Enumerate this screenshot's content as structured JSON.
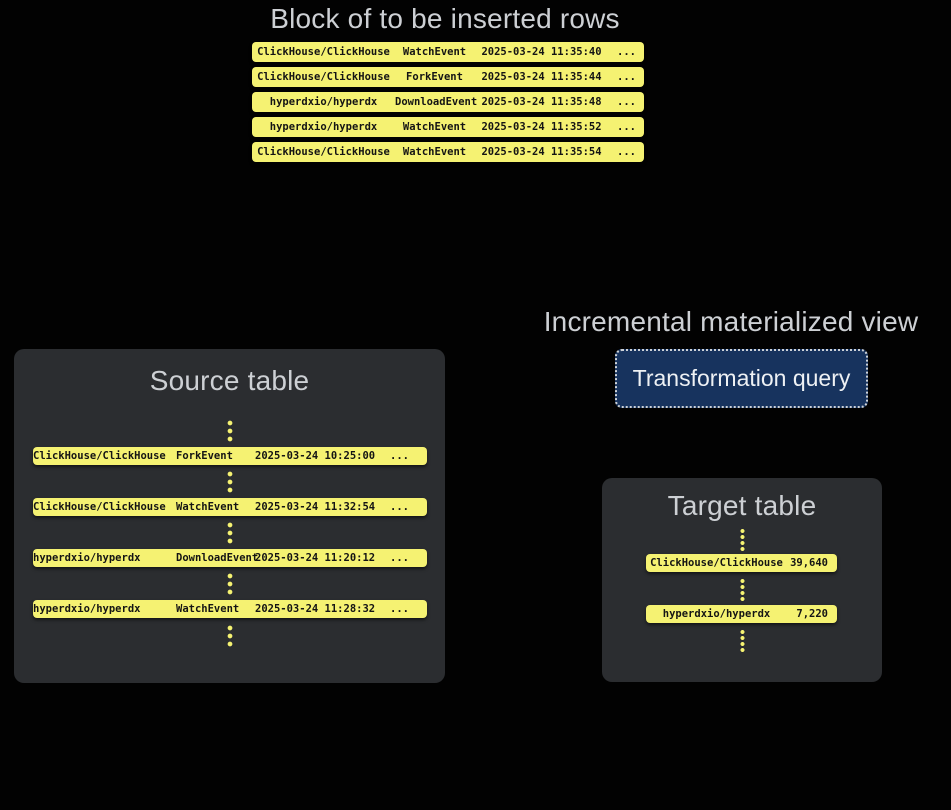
{
  "colors": {
    "background": "#020202",
    "row_yellow": "#f5f272",
    "row_text": "#141414",
    "panel_bg": "#2b2d30",
    "title_gray": "#cdd0d4",
    "button_bg": "#17335e",
    "button_border": "#cdd2d8",
    "button_text": "#eef1f4"
  },
  "top_block": {
    "title": "Block of to be inserted rows",
    "rows": [
      {
        "repo": "ClickHouse/ClickHouse",
        "event": "WatchEvent",
        "timestamp": "2025-03-24 11:35:40",
        "more": "..."
      },
      {
        "repo": "ClickHouse/ClickHouse",
        "event": "ForkEvent",
        "timestamp": "2025-03-24 11:35:44",
        "more": "..."
      },
      {
        "repo": "hyperdxio/hyperdx",
        "event": "DownloadEvent",
        "timestamp": "2025-03-24 11:35:48",
        "more": "..."
      },
      {
        "repo": "hyperdxio/hyperdx",
        "event": "WatchEvent",
        "timestamp": "2025-03-24 11:35:52",
        "more": "..."
      },
      {
        "repo": "ClickHouse/ClickHouse",
        "event": "WatchEvent",
        "timestamp": "2025-03-24 11:35:54",
        "more": "..."
      }
    ]
  },
  "source_table": {
    "title": "Source table",
    "rows": [
      {
        "repo": "ClickHouse/ClickHouse",
        "event": "ForkEvent",
        "timestamp": "2025-03-24 10:25:00",
        "more": "..."
      },
      {
        "repo": "ClickHouse/ClickHouse",
        "event": "WatchEvent",
        "timestamp": "2025-03-24 11:32:54",
        "more": "..."
      },
      {
        "repo": "hyperdxio/hyperdx",
        "event": "DownloadEvent",
        "timestamp": "2025-03-24 11:20:12",
        "more": "..."
      },
      {
        "repo": "hyperdxio/hyperdx",
        "event": "WatchEvent",
        "timestamp": "2025-03-24 11:28:32",
        "more": "..."
      }
    ]
  },
  "materialized_view": {
    "title": "Incremental materialized view",
    "button_label": "Transformation query"
  },
  "target_table": {
    "title": "Target table",
    "rows": [
      {
        "repo": "ClickHouse/ClickHouse",
        "count": "39,640"
      },
      {
        "repo": "hyperdxio/hyperdx",
        "count": "7,220"
      }
    ]
  }
}
